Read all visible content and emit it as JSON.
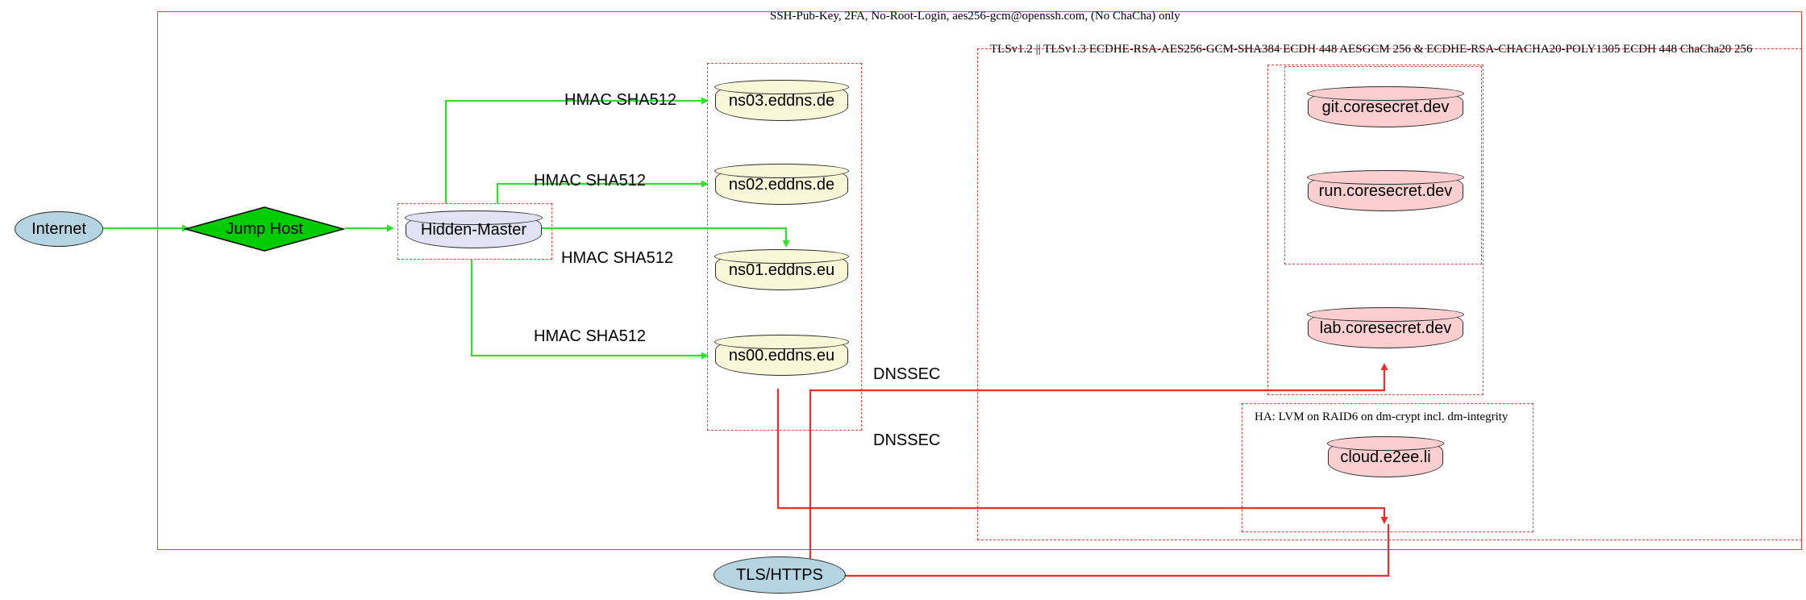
{
  "diagram": {
    "title_top": "SSH-Pub-Key, 2FA, No-Root-Login, aes256-gcm@openssh.com, (No ChaCha) only",
    "zones": [
      {
        "id": "tls",
        "label": "TLSv1.2 || TLSv1.3 ECDHE-RSA-AES256-GCM-SHA384 ECDH 448 AESGCM 256 & ECDHE-RSA-CHACHA20-POLY1305 ECDH 448 ChaCha20 256"
      },
      {
        "id": "ha",
        "label": "HA: LVM on RAID6 on dm-crypt incl. dm-integrity"
      }
    ],
    "nodes": {
      "internet": "Internet",
      "jump_host": "Jump Host",
      "hidden_master": "Hidden-Master",
      "ns03": "ns03.eddns.de",
      "ns02": "ns02.eddns.de",
      "ns01": "ns01.eddns.eu",
      "ns00": "ns00.eddns.eu",
      "git": "git.coresecret.dev",
      "run": "run.coresecret.dev",
      "lab": "lab.coresecret.dev",
      "cloud": "cloud.e2ee.li",
      "tls_https": "TLS/HTTPS"
    },
    "edge_labels": {
      "hmac_ns03": "HMAC SHA512",
      "hmac_ns02": "HMAC SHA512",
      "hmac_ns01": "HMAC SHA512",
      "hmac_ns00": "HMAC SHA512",
      "dnssec_1": "DNSSEC",
      "dnssec_2": "DNSSEC"
    },
    "colors": {
      "boundary": "#e8403a",
      "link_green": "#2ee02e",
      "link_red": "#ef2d24",
      "dns_fill": "#f8f8d8",
      "service_fill": "#fbcfcf",
      "master_fill": "#e2e2f5",
      "internet_fill": "#b3d4e0",
      "jump_fill": "#00cc00"
    }
  }
}
